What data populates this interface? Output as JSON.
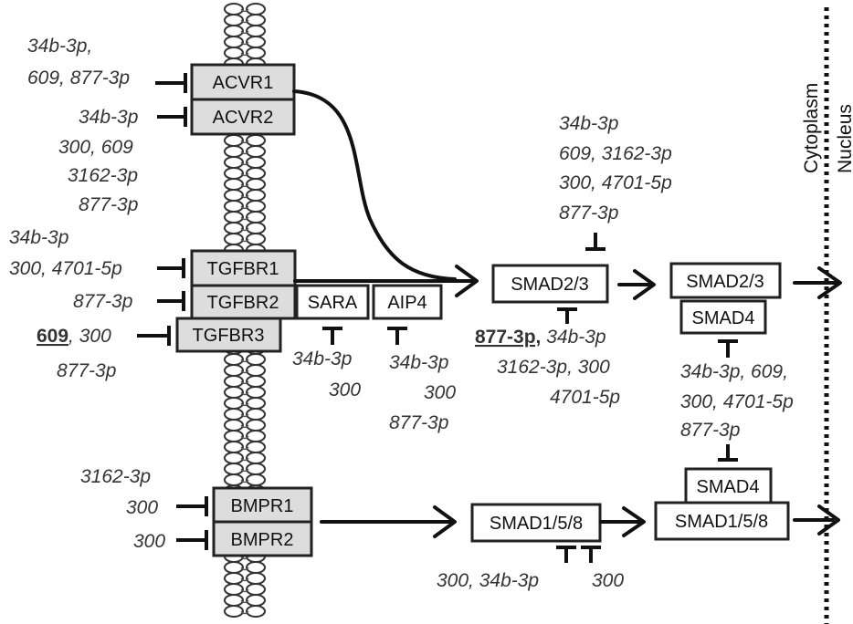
{
  "compartments": {
    "cytoplasm": "Cytoplasm",
    "nucleus": "Nucleus"
  },
  "receptors": {
    "acvr1": "ACVR1",
    "acvr2": "ACVR2",
    "tgfbr1": "TGFBR1",
    "tgfbr2": "TGFBR2",
    "tgfbr3": "TGFBR3",
    "bmpr1": "BMPR1",
    "bmpr2": "BMPR2"
  },
  "adaptors": {
    "sara": "SARA",
    "aip4": "AIP4"
  },
  "smads": {
    "smad23_cyto": "SMAD2/3",
    "smad23_complex": "SMAD2/3",
    "smad4_complex": "SMAD4",
    "smad158_cyto": "SMAD1/5/8",
    "smad4_bmp": "SMAD4",
    "smad158_complex": "SMAD1/5/8"
  },
  "mirna_labels": {
    "acvr1_line1": "34b-3p,",
    "acvr1_line2": "609, 877-3p",
    "acvr2_line1": "34b-3p",
    "mid_line1": "300, 609",
    "mid_line2": "3162-3p",
    "mid_line3": "877-3p",
    "tgfbr1_line1": "34b-3p",
    "tgfbr1_line2": "300, 4701-5p",
    "tgfbr2_line1": "877-3p",
    "tgfbr3_bold": "609",
    "tgfbr3_rest": ", 300",
    "tgfbr3_line2": "877-3p",
    "sara_line1": "34b-3p",
    "sara_line2": "300",
    "aip4_line1": "34b-3p",
    "aip4_line2": "300",
    "aip4_line3": "877-3p",
    "smad23_top_line1": "34b-3p",
    "smad23_top_line2": "609, 3162-3p",
    "smad23_top_line3": "300, 4701-5p",
    "smad23_top_line4": "877-3p",
    "smad23_bot_bold": "877-3p,",
    "smad23_bot_rest": " 34b-3p",
    "smad23_bot_line2": "3162-3p, 300",
    "smad23_bot_line3": "4701-5p",
    "smad4_line1": "34b-3p, 609,",
    "smad4_line2": "300, 4701-5p",
    "smad4_line3": "877-3p",
    "bmpr1_line1": "3162-3p",
    "bmpr1_line2": "300",
    "bmpr2_line1": "300",
    "smad158_left": "300, 34b-3p",
    "smad158_right": "300"
  }
}
